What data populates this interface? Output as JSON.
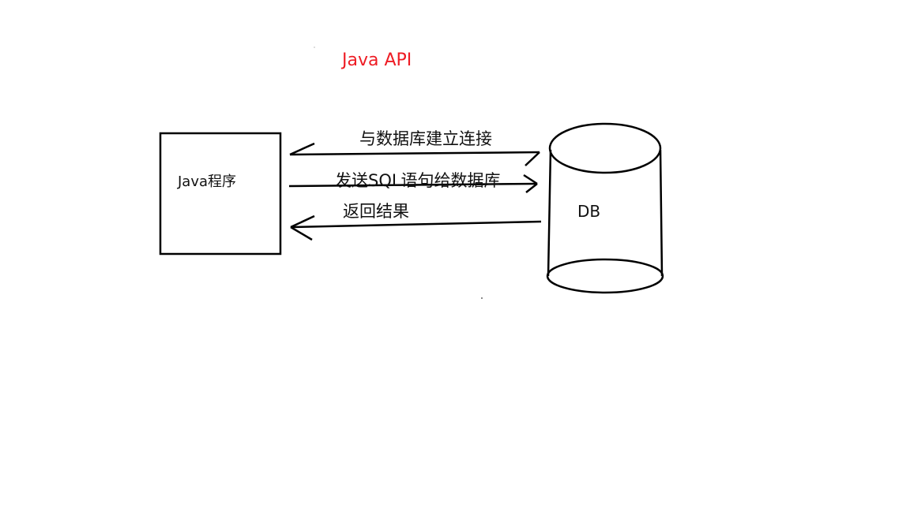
{
  "title": "Java API",
  "nodes": {
    "program": "Java程序",
    "database": "DB"
  },
  "messages": [
    "与数据库建立连接",
    "发送SQL语句给数据库",
    "返回结果"
  ],
  "colors": {
    "title": "#ee1c24",
    "stroke": "#000000"
  }
}
